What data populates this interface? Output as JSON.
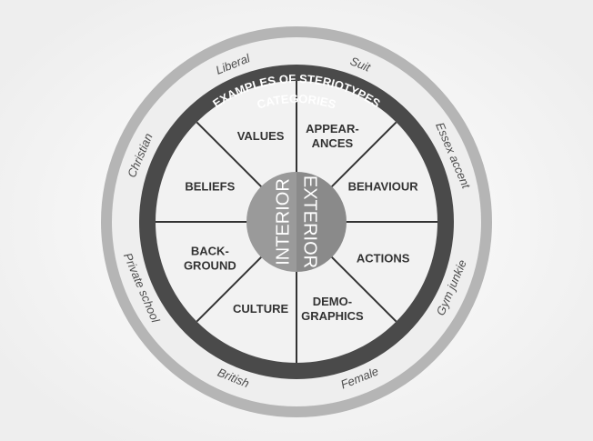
{
  "outer_ring_title": "EXAMPLES OF STERIOTYPES",
  "inner_ring_title": "CATEGORIES",
  "hub": {
    "left": "INTERIOR",
    "right": "EXTERIOR"
  },
  "segments": [
    {
      "lines": [
        "APPEAR-",
        "ANCES"
      ]
    },
    {
      "lines": [
        "BEHAVIOUR"
      ]
    },
    {
      "lines": [
        "ACTIONS"
      ]
    },
    {
      "lines": [
        "DEMO-",
        "GRAPHICS"
      ]
    },
    {
      "lines": [
        "CULTURE"
      ]
    },
    {
      "lines": [
        "BACK-",
        "GROUND"
      ]
    },
    {
      "lines": [
        "BELIEFS"
      ]
    },
    {
      "lines": [
        "VALUES"
      ]
    }
  ],
  "examples": [
    "Liberal",
    "Suit",
    "Essex accent",
    "Gym junkie",
    "Female",
    "British",
    "Private school",
    "Christian"
  ],
  "colors": {
    "outer_ring": "#b5b5b5",
    "band": "#eeeeee",
    "dark_ring": "#4a4a4a",
    "wheel": "#f2f2f2",
    "spoke": "#333333",
    "hub_left": "#9a9a9a",
    "hub_right": "#8a8a8a"
  }
}
